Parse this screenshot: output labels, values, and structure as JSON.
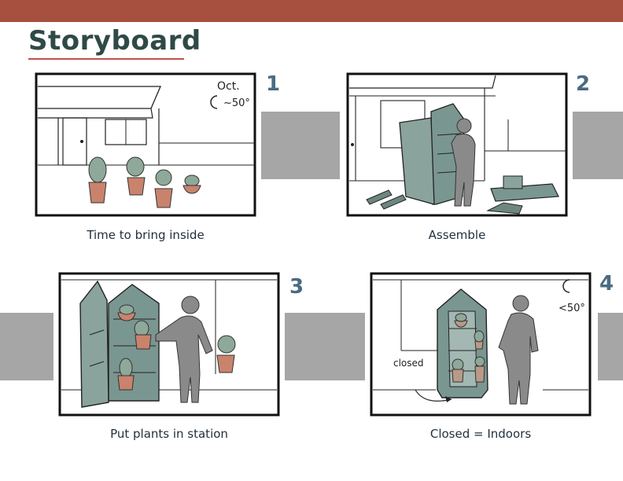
{
  "title": "Storyboard",
  "panels": [
    {
      "number": "1",
      "caption": "Time to bring inside",
      "note_month": "Oct.",
      "note_temp": "~50°"
    },
    {
      "number": "2",
      "caption": "Assemble"
    },
    {
      "number": "3",
      "caption": "Put plants in station"
    },
    {
      "number": "4",
      "caption": "Closed = Indoors",
      "note_temp": "<50°",
      "note_closed": "closed"
    }
  ],
  "colors": {
    "top_bar": "#a8503f",
    "title": "#2f4a46",
    "accent_line": "#c0504a",
    "number": "#4a6b82",
    "station": "#7a9690",
    "pot": "#c9836c",
    "person": "#8a8a8a",
    "connector": "#a6a6a6"
  }
}
